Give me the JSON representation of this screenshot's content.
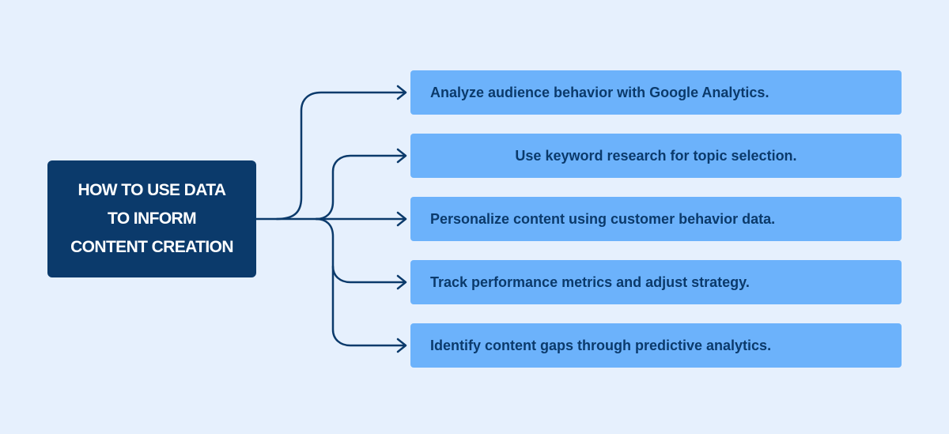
{
  "root": {
    "lines": [
      "HOW TO USE DATA",
      "TO INFORM",
      "CONTENT CREATION"
    ]
  },
  "branches": [
    "Analyze audience behavior with Google Analytics.",
    "Use keyword research for topic selection.",
    "Personalize content using customer behavior data.",
    "Track performance metrics and adjust strategy.",
    "Identify content gaps through predictive analytics."
  ],
  "colors": {
    "background": "#e6f0fd",
    "root_fill": "#0b3a6b",
    "branch_fill": "#6cb2fb",
    "connector": "#0b3a6b"
  }
}
